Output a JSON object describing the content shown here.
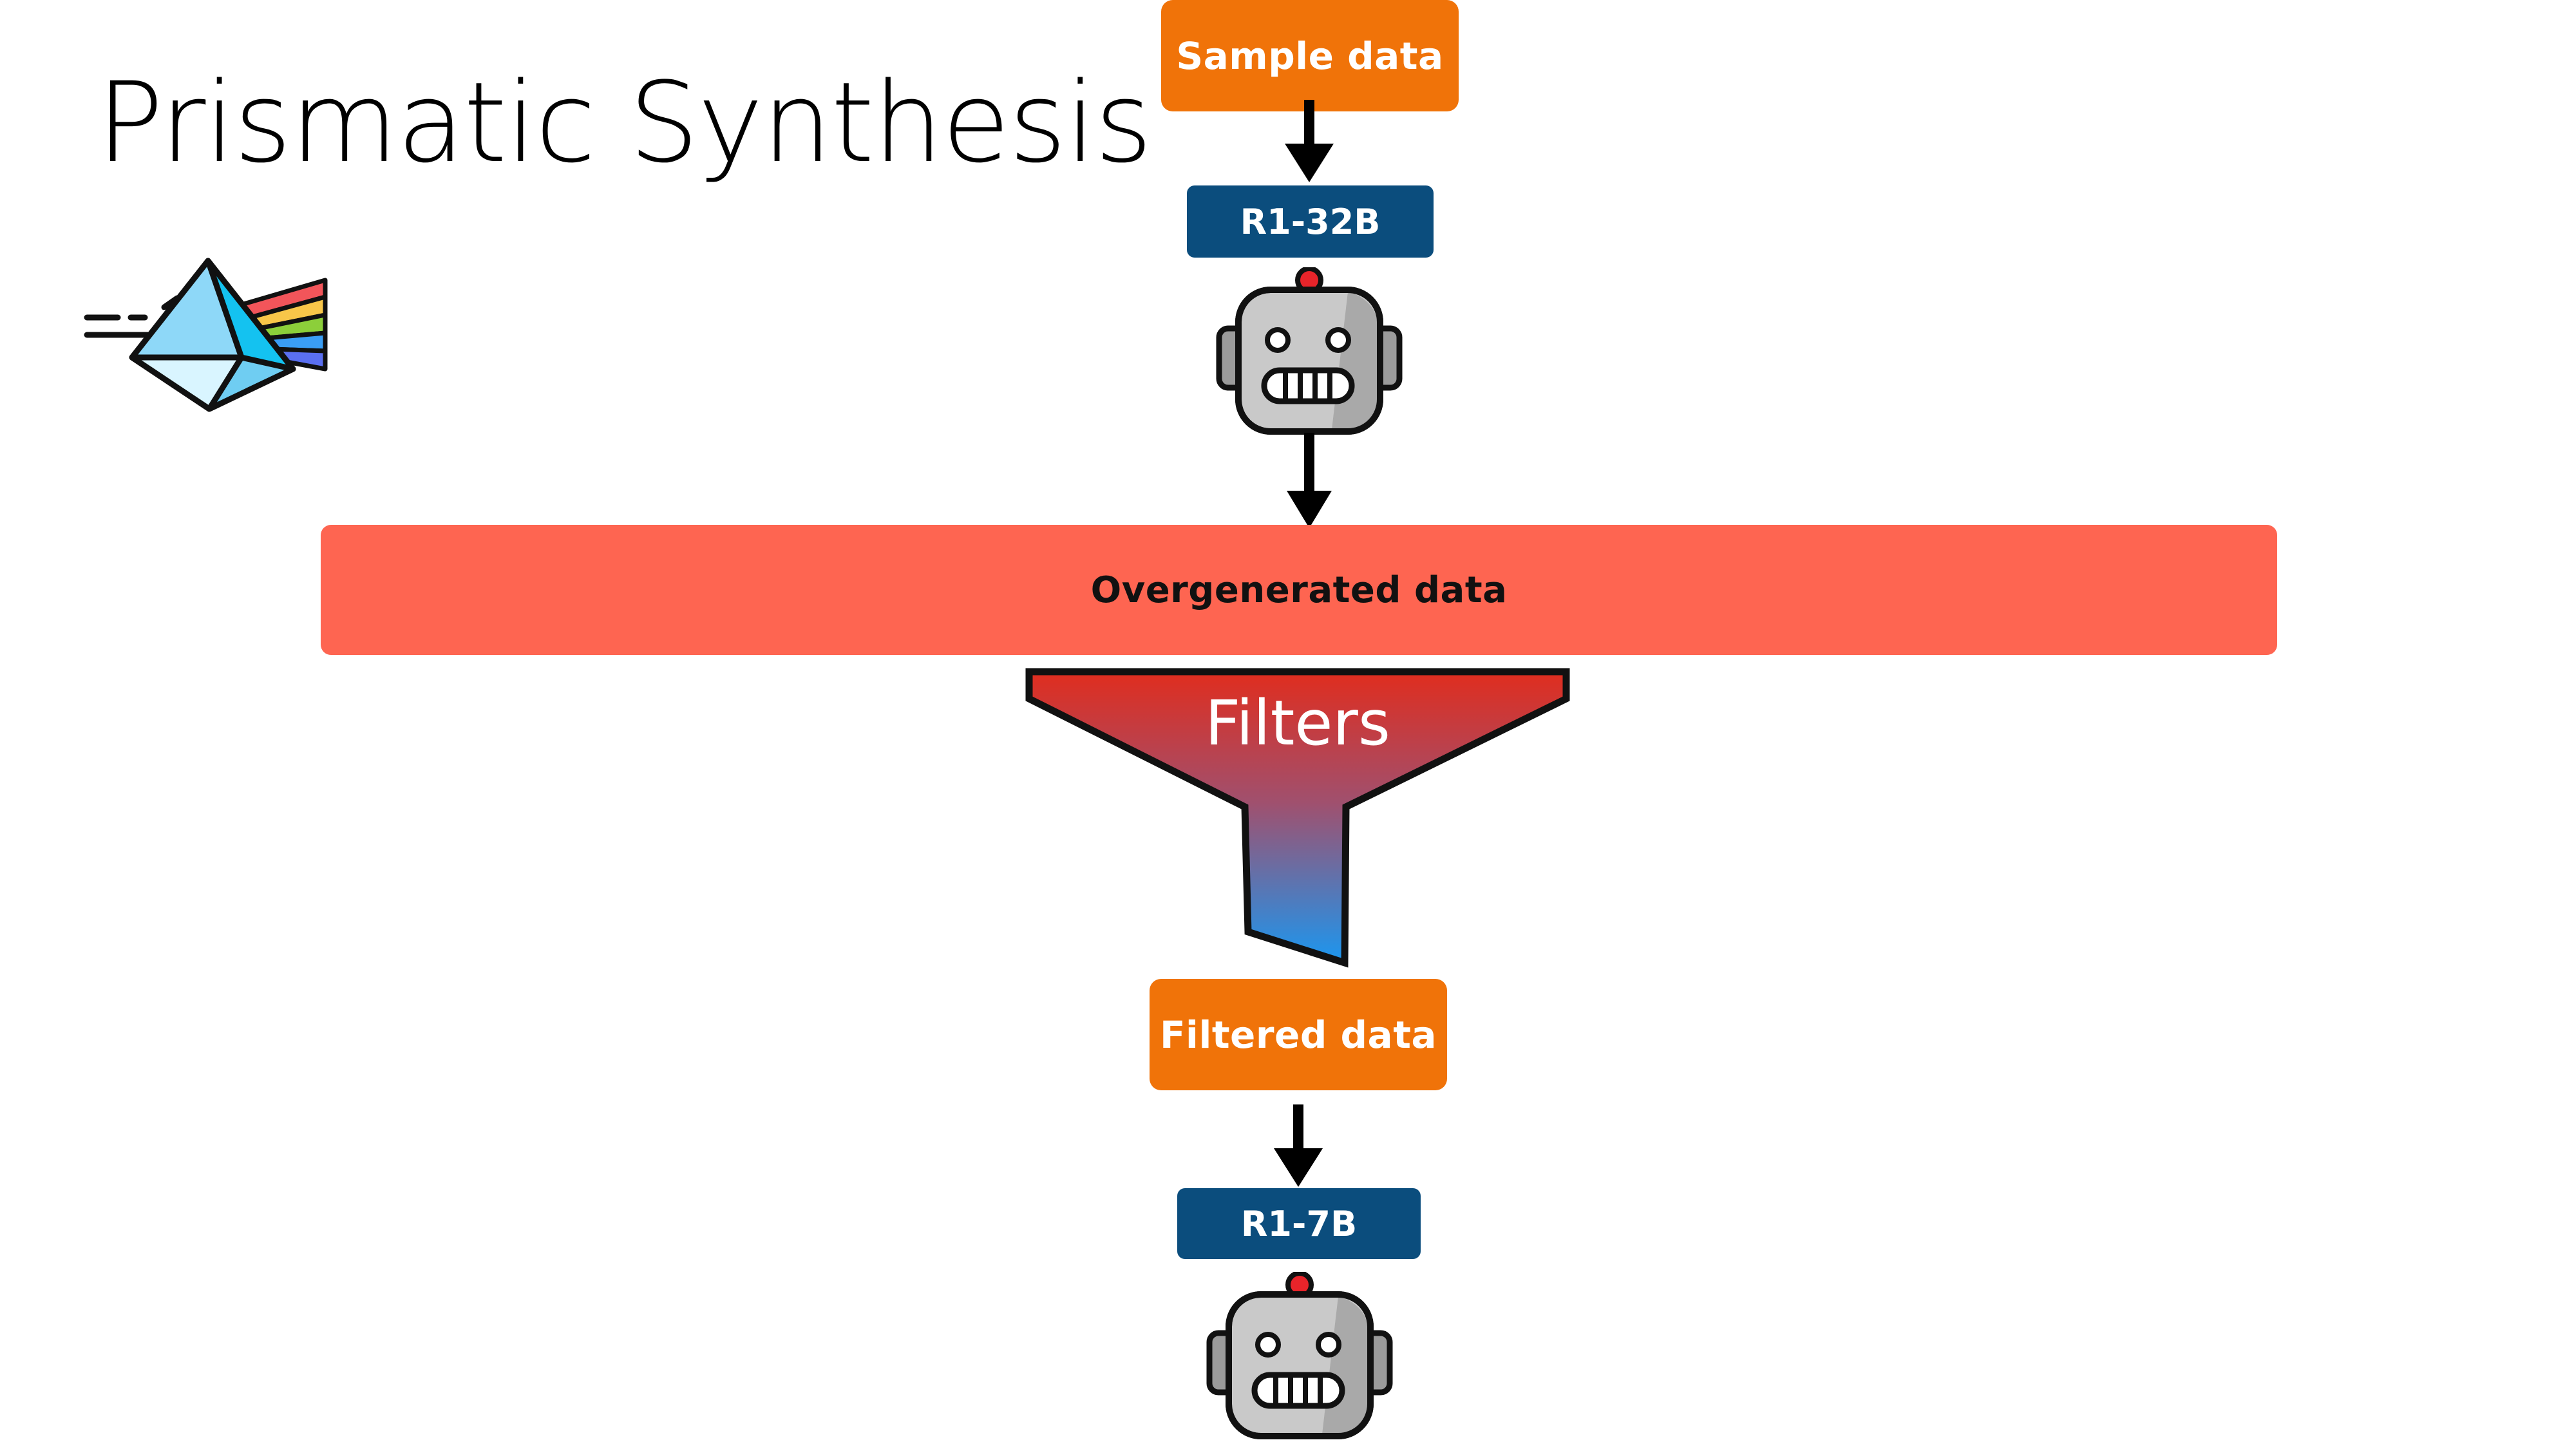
{
  "slide": {
    "title": "Prismatic Synthesis"
  },
  "flow": {
    "sample_data_label": "Sample data",
    "teacher_model_label": "R1-32B",
    "overgenerated_label": "Overgenerated data",
    "filters_label": "Filters",
    "filtered_data_label": "Filtered data",
    "student_model_label": "R1-7B"
  },
  "colors": {
    "data_box": "#f07309",
    "model_box": "#0b4d7d",
    "overgenerated_band": "#fe6551",
    "funnel_top": "#e02d1e",
    "funnel_bottom": "#1b97f0"
  },
  "icons": {
    "logo": "prism-icon",
    "models": "robot-icon",
    "flow": "arrow-down-icon",
    "filter": "funnel-icon"
  }
}
